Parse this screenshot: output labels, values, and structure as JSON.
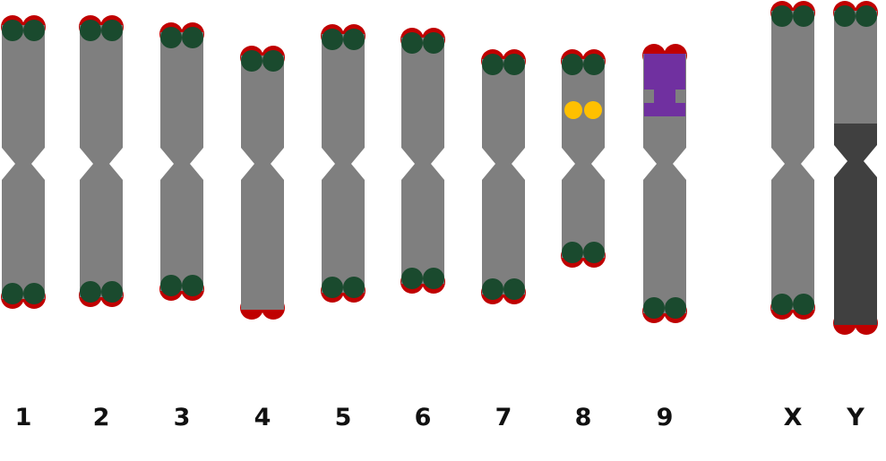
{
  "colors": {
    "chromatid": "#7f7f7f",
    "y_dark": "#404040",
    "telomere_cap": "#c00000",
    "telomere_dot": "#1a4a2e",
    "yellow_marker": "#ffc000",
    "purple_block": "#7030a0",
    "label": "#111111"
  },
  "chromosomes": [
    {
      "label": "1",
      "centromere": "mid",
      "top_telomere": "dots",
      "bottom_telomere": "dots"
    },
    {
      "label": "2",
      "centromere": "mid",
      "top_telomere": "dots",
      "bottom_telomere": "dots"
    },
    {
      "label": "3",
      "centromere": "mid",
      "top_telomere": "dots",
      "bottom_telomere": "dots"
    },
    {
      "label": "4",
      "centromere": "mid",
      "top_telomere": "dots",
      "bottom_telomere": "cap-only"
    },
    {
      "label": "5",
      "centromere": "mid",
      "top_telomere": "dots",
      "bottom_telomere": "dots"
    },
    {
      "label": "6",
      "centromere": "mid",
      "top_telomere": "dots",
      "bottom_telomere": "dots"
    },
    {
      "label": "7",
      "centromere": "mid",
      "top_telomere": "dots",
      "bottom_telomere": "dots"
    },
    {
      "label": "8",
      "centromere": "mid",
      "top_telomere": "dots",
      "bottom_telomere": "dots",
      "marker": "yellow-dots"
    },
    {
      "label": "9",
      "centromere": "mid",
      "top_telomere": "cap-only",
      "bottom_telomere": "dots",
      "marker": "purple-block"
    },
    {
      "label": "X",
      "centromere": "mid",
      "top_telomere": "dots",
      "bottom_telomere": "dots"
    },
    {
      "label": "Y",
      "centromere": "mid",
      "top_telomere": "dots",
      "bottom_telomere": "cap-only",
      "style": "two-tone"
    }
  ]
}
